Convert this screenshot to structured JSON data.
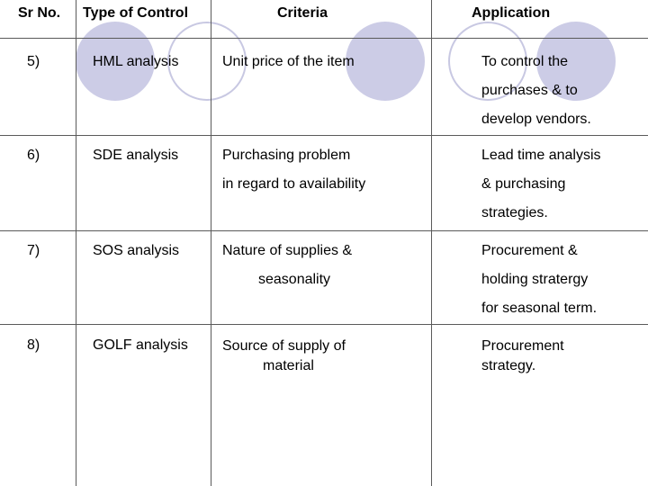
{
  "header": {
    "sr_no": "Sr No.",
    "type_of_control": "Type of Control",
    "criteria": "Criteria",
    "application": "Application"
  },
  "rows": [
    {
      "sr": "5)",
      "type": "HML analysis",
      "criteria": [
        "Unit price of the item"
      ],
      "application": [
        "To control the",
        "purchases & to",
        "develop vendors."
      ]
    },
    {
      "sr": "6)",
      "type": "SDE analysis",
      "criteria": [
        "Purchasing problem",
        "in regard to availability"
      ],
      "application": [
        "Lead time analysis",
        "& purchasing",
        "strategies."
      ]
    },
    {
      "sr": "7)",
      "type": "SOS analysis",
      "criteria": [
        "Nature of supplies &",
        "seasonality"
      ],
      "application": [
        "Procurement &",
        "holding stratergy",
        "for seasonal term."
      ]
    },
    {
      "sr": "8)",
      "type": "GOLF analysis",
      "criteria": [
        "Source of supply of",
        "material"
      ],
      "application": [
        "Procurement",
        "strategy."
      ]
    }
  ],
  "colors": {
    "circle_fill": "#cccce6",
    "circle_ring": "#c8c8e2",
    "grid": "#5a5a5a"
  }
}
